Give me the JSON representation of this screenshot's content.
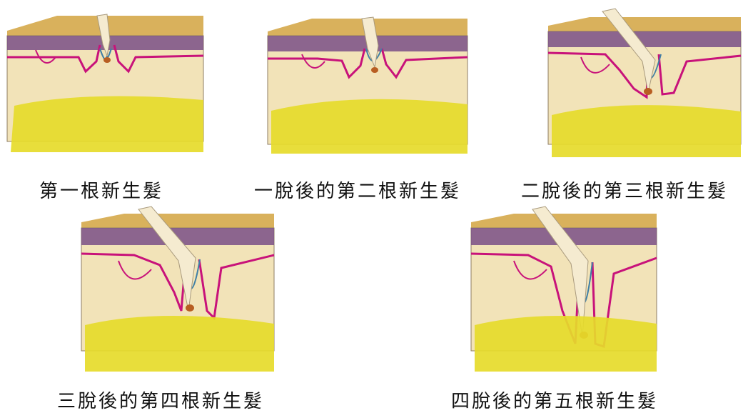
{
  "panels": [
    {
      "stage": 1,
      "caption": "第一根新生髮"
    },
    {
      "stage": 2,
      "caption": "一脫後的第二根新生髮"
    },
    {
      "stage": 3,
      "caption": "二脫後的第三根新生髮"
    },
    {
      "stage": 4,
      "caption": "三脫後的第四根新生髮"
    },
    {
      "stage": 5,
      "caption": "四脫後的第五根新生髮"
    }
  ],
  "colors": {
    "skin_top": "#d9b15c",
    "epidermis": "#7a4f86",
    "dermis": "#f2e3b8",
    "membrane": "#c8127a",
    "inner_sheath": "#3f7fa6",
    "hair_shaft": "#f5ebd0",
    "papilla": "#b85e22",
    "fat": "#e6db2a"
  }
}
